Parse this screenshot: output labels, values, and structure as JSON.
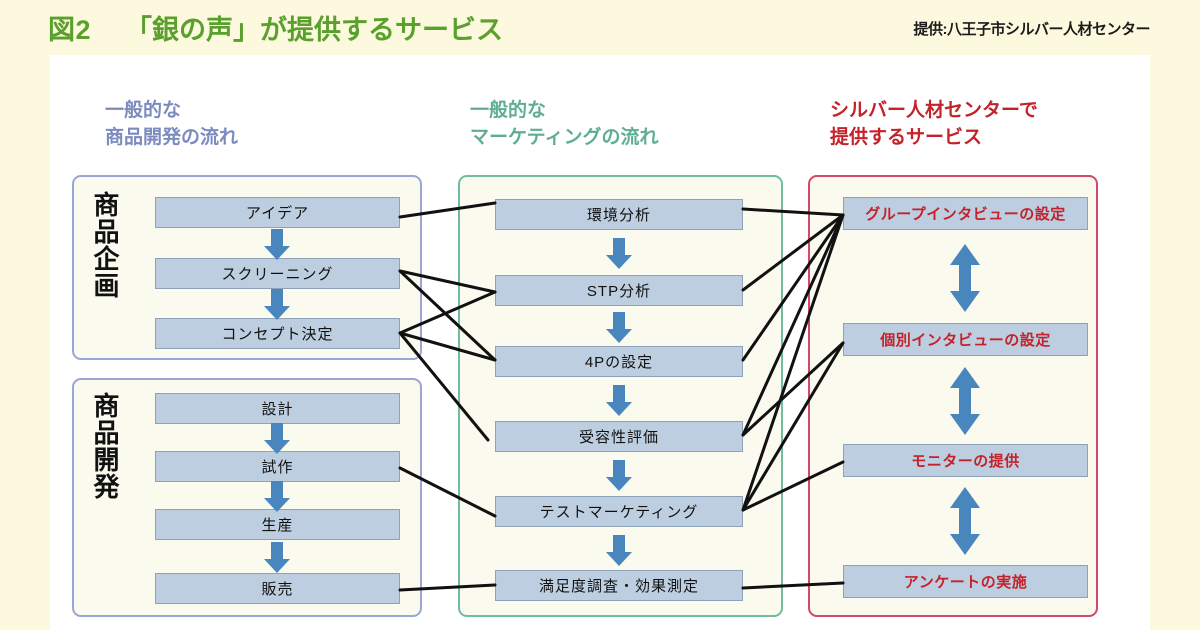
{
  "header": {
    "figure_label": "図2",
    "title": "「銀の声」が提供するサービス",
    "credit": "提供:八王子市シルバー人材センター",
    "title_color": "#5AA02C"
  },
  "columns": {
    "left": {
      "heading_line1": "一般的な",
      "heading_line2": "商品開発の流れ",
      "color": "#7C8BBE"
    },
    "middle": {
      "heading_line1": "一般的な",
      "heading_line2": "マーケティングの流れ",
      "color": "#5FAE94"
    },
    "right": {
      "heading_line1": "シルバー人材センターで",
      "heading_line2": "提供するサービス",
      "color": "#C4222B"
    }
  },
  "groups": {
    "planning_label": "商品企画",
    "development_label": "商品開発"
  },
  "planning_steps": [
    {
      "label": "アイデア"
    },
    {
      "label": "スクリーニング"
    },
    {
      "label": "コンセプト決定"
    }
  ],
  "development_steps": [
    {
      "label": "設計"
    },
    {
      "label": "試作"
    },
    {
      "label": "生産"
    },
    {
      "label": "販売"
    }
  ],
  "marketing_steps": [
    {
      "label": "環境分析"
    },
    {
      "label": "STP分析"
    },
    {
      "label": "4Pの設定"
    },
    {
      "label": "受容性評価"
    },
    {
      "label": "テストマーケティング"
    },
    {
      "label": "満足度調査・効果測定"
    }
  ],
  "service_steps": [
    {
      "label": "グループインタビューの設定"
    },
    {
      "label": "個別インタビューの設定"
    },
    {
      "label": "モニターの提供"
    },
    {
      "label": "アンケートの実施"
    }
  ],
  "palette": {
    "page_background": "#FDF9DE",
    "card_background": "#FFFFFF",
    "panel_fill": "#FAFAEE",
    "panel_border_left": "#9AA7D4",
    "panel_border_middle": "#6FBCA0",
    "panel_border_right": "#D2496B",
    "box_fill": "#BDCEE0",
    "box_border": "#8FA3B8",
    "arrow_blue": "#4A86BE",
    "connector_black": "#111111"
  }
}
